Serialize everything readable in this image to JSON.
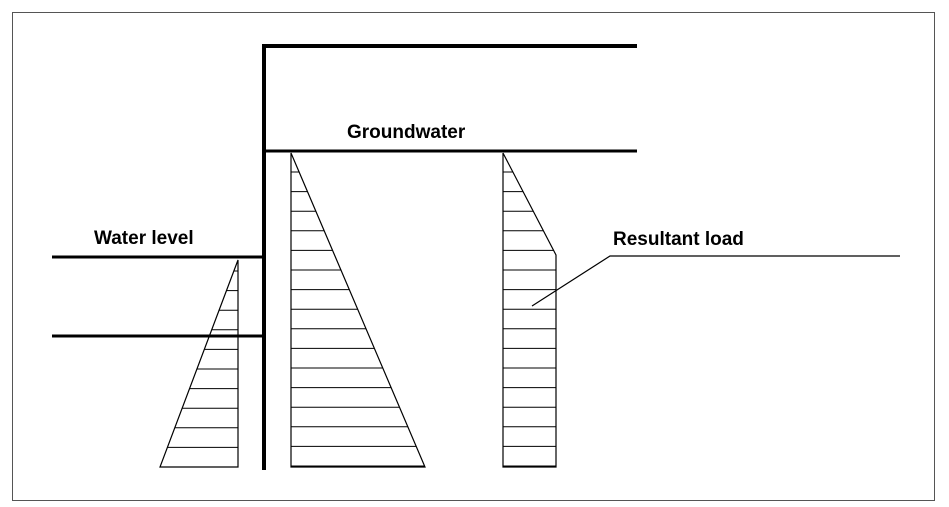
{
  "labels": {
    "groundwater": "Groundwater",
    "water_level": "Water level",
    "resultant_load": "Resultant load"
  },
  "colors": {
    "line": "#000000",
    "frame": "#555555",
    "background": "#ffffff"
  }
}
